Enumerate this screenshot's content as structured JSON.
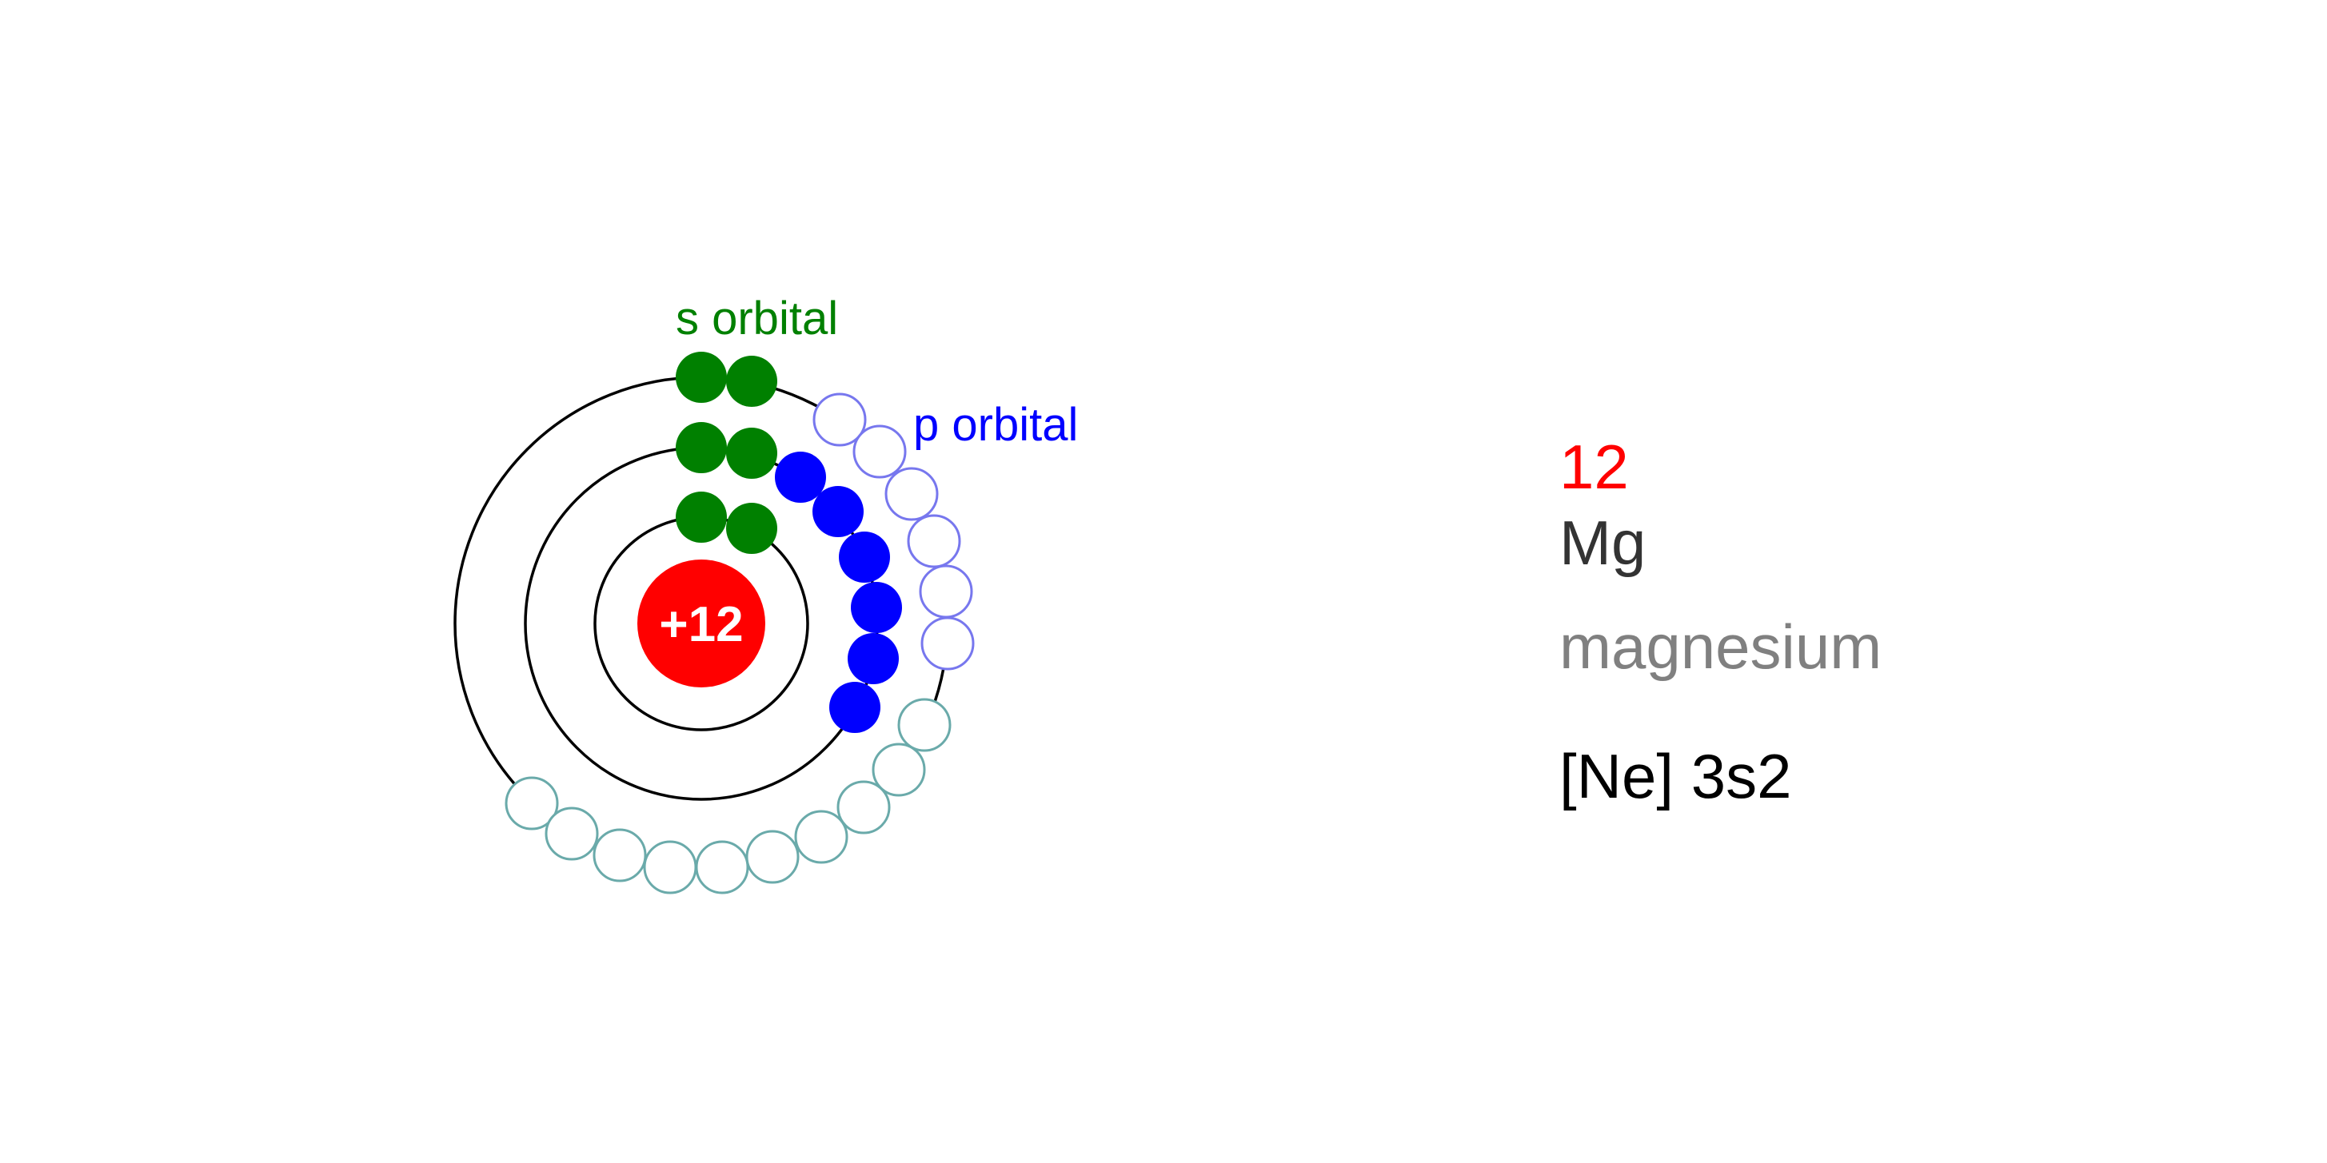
{
  "atom": {
    "nucleus_label": "+12",
    "s_orbital_label": "s orbital",
    "p_orbital_label": "p orbital",
    "shells": [
      {
        "shell": 1,
        "s_filled": 2,
        "p_filled": 0
      },
      {
        "shell": 2,
        "s_filled": 2,
        "p_filled": 6
      },
      {
        "shell": 3,
        "s_filled": 2,
        "p_filled": 0,
        "p_empty": 6,
        "d_empty": 10
      }
    ]
  },
  "element": {
    "atomic_number": "12",
    "symbol": "Mg",
    "name": "magnesium",
    "electron_configuration": "[Ne] 3s2"
  },
  "colors": {
    "nucleus": "#ff0000",
    "nucleus_text": "#ffffff",
    "s_orbital": "#008000",
    "p_orbital": "#0000ff",
    "p_orbital_empty": "#7777ee",
    "d_orbital_empty": "#6aaaaa",
    "atomic_number": "#ff0000",
    "symbol": "#333333",
    "name": "#808080"
  }
}
